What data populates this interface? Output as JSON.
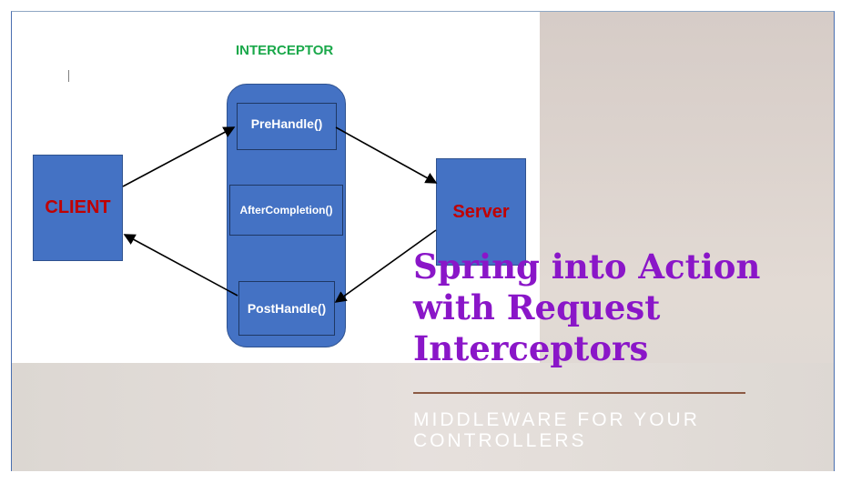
{
  "diagram": {
    "title": "INTERCEPTOR",
    "client_label": "CLIENT",
    "server_label": "Server",
    "methods": [
      {
        "label": "PreHandle()"
      },
      {
        "label": "AfterCompletion()"
      },
      {
        "label": "PostHandle()"
      }
    ],
    "colors": {
      "box_fill": "#4472c4",
      "title_green": "#1aa84a",
      "label_red": "#c00000"
    }
  },
  "slide": {
    "headline": "Spring into Action with Request Interceptors",
    "subtitle": "MIDDLEWARE FOR YOUR CONTROLLERS",
    "colors": {
      "headline": "#8a16c8",
      "divider": "#8c5a44",
      "subtitle": "#ffffff"
    }
  }
}
